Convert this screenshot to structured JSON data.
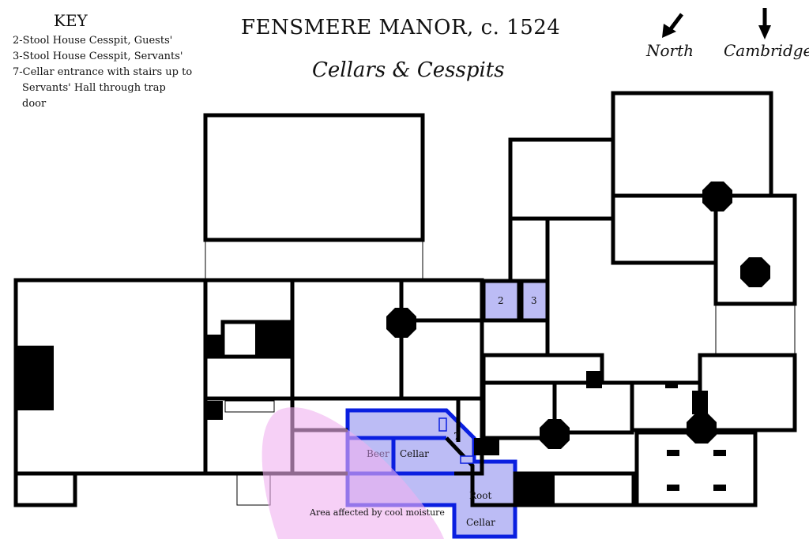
{
  "key": {
    "title": "KEY",
    "items": [
      "2-Stool House Cesspit, Guests'",
      "3-Stool House Cesspit, Servants'",
      "7-Cellar entrance with stairs up to",
      "Servants' Hall through trap",
      "door"
    ]
  },
  "header": {
    "title": "FENSMERE MANOR, c. 1524",
    "subtitle": "Cellars & Cesspits"
  },
  "compass": {
    "north": "North",
    "cambridge": "Cambridge"
  },
  "rooms": {
    "cesspit_guests": "2",
    "cesspit_servants": "3",
    "entrance": "7",
    "beer": "Beer",
    "cellar": "Cellar",
    "root": "Root",
    "root_cellar": "Cellar"
  },
  "annotation": "Area affected by cool moisture",
  "colors": {
    "highlight_fill": "#bcbcf5",
    "cellar_outline": "#0a1fe0",
    "moisture": "#f0b0f0",
    "wall": "#000000"
  }
}
